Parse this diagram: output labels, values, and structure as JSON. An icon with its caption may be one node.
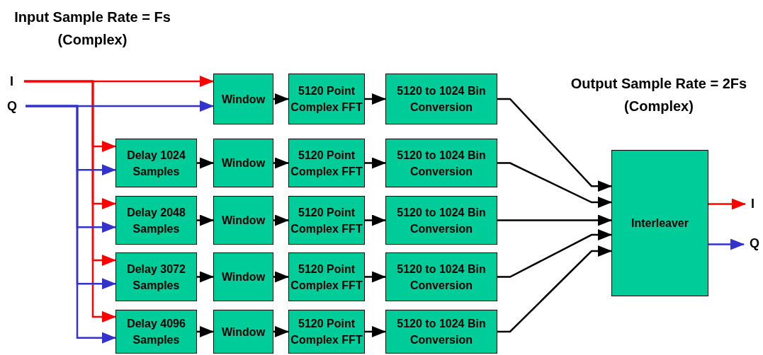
{
  "diagram": {
    "nodes": [
      {
        "text": [
          "I"
        ]
      },
      {
        "text": [
          "Q"
        ]
      },
      {
        "text": [
          "Window"
        ]
      },
      {
        "text": [
          "5120 Point Complex FFT"
        ]
      },
      {
        "text": [
          "5120 to 1024 Bin Conversion"
        ]
      },
      {
        "text": [
          "Delay 1024 Samples"
        ]
      },
      {
        "text": [
          "Window"
        ]
      },
      {
        "text": [
          "5120 Point Complex FFT"
        ]
      },
      {
        "text": [
          "5120 to 1024 Bin Conversion"
        ]
      },
      {
        "text": [
          "Delay 2048 Samples"
        ]
      },
      {
        "text": [
          "Window"
        ]
      },
      {
        "text": [
          "5120 Point Complex FFT"
        ]
      },
      {
        "text": [
          "5120 to 1024 Bin Conversion"
        ]
      },
      {
        "text": [
          "Delay 3072 Samples"
        ]
      },
      {
        "text": [
          "Window"
        ]
      },
      {
        "text": [
          "5120 Point Complex FFT"
        ]
      },
      {
        "text": [
          "5120 to 1024 Bin Conversion"
        ]
      },
      {
        "text": [
          "Delay 4096 Samples"
        ]
      },
      {
        "text": [
          "Window"
        ]
      },
      {
        "text": [
          "5120 Point Complex FFT"
        ]
      },
      {
        "text": [
          "5120 to 1024 Bin Conversion"
        ]
      },
      {
        "text": [
          "Interleaver"
        ]
      },
      {
        "text": [
          "I"
        ]
      },
      {
        "text": [
          "Q"
        ]
      }
    ],
    "edges": [
      {
        "from": 0,
        "to": 2,
        "arrow": "to",
        "color": "#ff0000"
      },
      {
        "from": 0,
        "to": 5,
        "arrow": "to",
        "color": "#ff0000"
      },
      {
        "from": 0,
        "to": 9,
        "arrow": "to",
        "color": "#ff0000"
      },
      {
        "from": 0,
        "to": 13,
        "arrow": "to",
        "color": "#ff0000"
      },
      {
        "from": 0,
        "to": 17,
        "arrow": "to",
        "color": "#ff0000"
      },
      {
        "from": 1,
        "to": 2,
        "arrow": "to",
        "color": "#3333cc"
      },
      {
        "from": 1,
        "to": 5,
        "arrow": "to",
        "color": "#3333cc"
      },
      {
        "from": 1,
        "to": 9,
        "arrow": "to",
        "color": "#3333cc"
      },
      {
        "from": 1,
        "to": 13,
        "arrow": "to",
        "color": "#3333cc"
      },
      {
        "from": 1,
        "to": 17,
        "arrow": "to",
        "color": "#3333cc"
      },
      {
        "from": 2,
        "to": 3,
        "arrow": "to"
      },
      {
        "from": 3,
        "to": 4,
        "arrow": "to"
      },
      {
        "from": 5,
        "to": 6,
        "arrow": "to"
      },
      {
        "from": 6,
        "to": 7,
        "arrow": "to"
      },
      {
        "from": 7,
        "to": 8,
        "arrow": "to"
      },
      {
        "from": 9,
        "to": 10,
        "arrow": "to"
      },
      {
        "from": 10,
        "to": 11,
        "arrow": "to"
      },
      {
        "from": 11,
        "to": 12,
        "arrow": "to"
      },
      {
        "from": 13,
        "to": 14,
        "arrow": "to"
      },
      {
        "from": 14,
        "to": 15,
        "arrow": "to"
      },
      {
        "from": 15,
        "to": 16,
        "arrow": "to"
      },
      {
        "from": 17,
        "to": 18,
        "arrow": "to"
      },
      {
        "from": 18,
        "to": 19,
        "arrow": "to"
      },
      {
        "from": 19,
        "to": 20,
        "arrow": "to"
      },
      {
        "from": 4,
        "to": 21,
        "arrow": "to"
      },
      {
        "from": 8,
        "to": 21,
        "arrow": "to"
      },
      {
        "from": 12,
        "to": 21,
        "arrow": "to"
      },
      {
        "from": 16,
        "to": 21,
        "arrow": "to"
      },
      {
        "from": 20,
        "to": 21,
        "arrow": "to"
      },
      {
        "from": 21,
        "to": 22,
        "arrow": "to",
        "color": "#ff0000"
      },
      {
        "from": 21,
        "to": 23,
        "arrow": "to",
        "color": "#3333cc"
      }
    ],
    "labels": [
      "Input Sample Rate = Fs (Complex)",
      "Output Sample Rate = 2Fs (Complex)"
    ]
  }
}
